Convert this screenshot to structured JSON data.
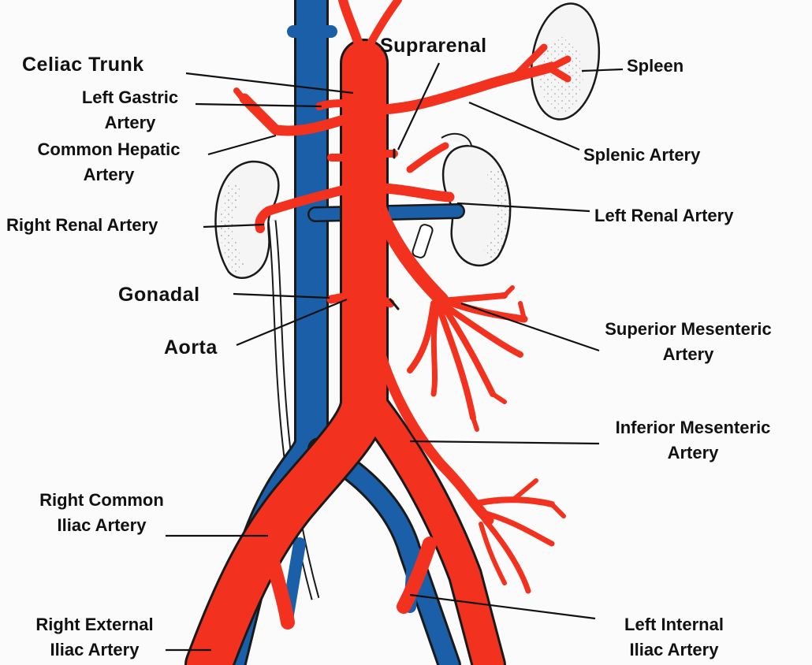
{
  "colors": {
    "artery": "#f2321e",
    "vein": "#1b5fa8",
    "outline": "#1a1a1a",
    "organ_fill": "#f5f5f5",
    "background": "#fbfbfb"
  },
  "labels": {
    "celiac_trunk": "Celiac Trunk",
    "left_gastric_artery": [
      "Left Gastric",
      "Artery"
    ],
    "common_hepatic_artery": [
      "Common Hepatic",
      "Artery"
    ],
    "right_renal_artery": "Right Renal Artery",
    "gonadal": "Gonadal",
    "aorta": "Aorta",
    "right_common_iliac_artery": [
      "Right Common",
      "Iliac Artery"
    ],
    "right_external_iliac_artery": [
      "Right External",
      "Iliac Artery"
    ],
    "suprarenal": "Suprarenal",
    "spleen": "Spleen",
    "splenic_artery": "Splenic Artery",
    "left_renal_artery": "Left Renal Artery",
    "superior_mesenteric_artery": [
      "Superior Mesenteric",
      "Artery"
    ],
    "inferior_mesenteric_artery": [
      "Inferior Mesenteric",
      "Artery"
    ],
    "left_internal_iliac_artery": [
      "Left Internal",
      "Iliac Artery"
    ]
  },
  "icons": [
    "right-kidney-icon",
    "left-kidney-icon",
    "spleen-icon",
    "aorta-icon",
    "inferior-vena-cava-icon",
    "ureter-icon"
  ]
}
